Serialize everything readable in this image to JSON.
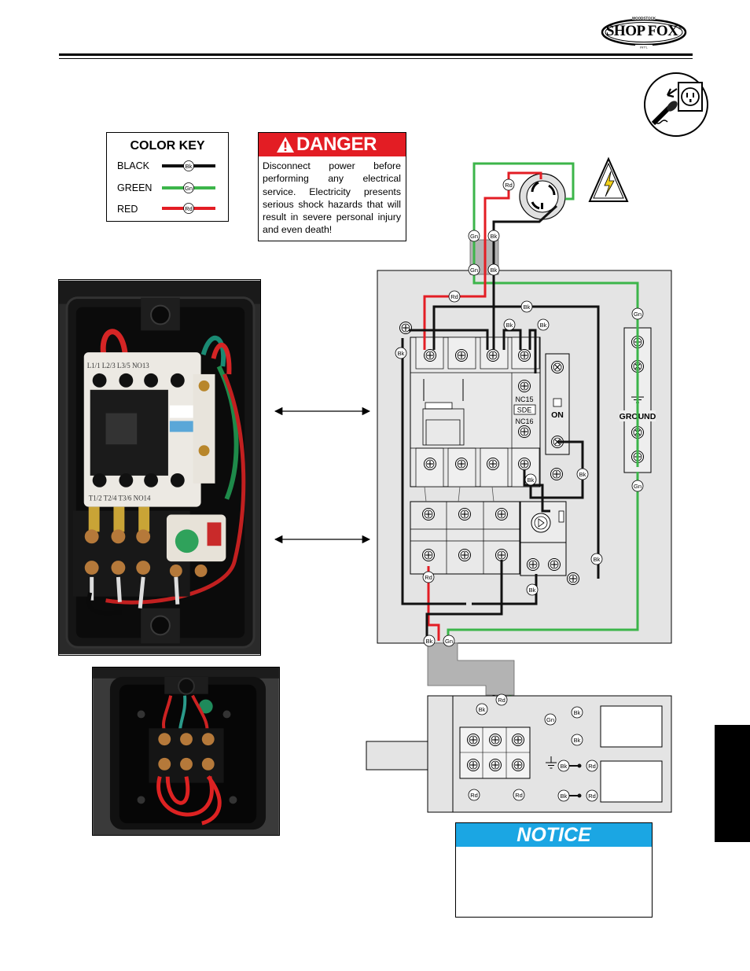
{
  "brand": {
    "name": "SHOP FOX",
    "registered": "®"
  },
  "color_key": {
    "title": "COLOR KEY",
    "entries": [
      {
        "label": "BLACK",
        "code": "Bk",
        "color": "#111111"
      },
      {
        "label": "GREEN",
        "code": "Gn",
        "color": "#3cb54a"
      },
      {
        "label": "RED",
        "code": "Rd",
        "color": "#e31d24"
      }
    ]
  },
  "danger": {
    "title": "DANGER",
    "body": "Disconnect power before performing any electrical service. Electricity presents serious shock hazards that will result in severe personal injury and even death!",
    "color": "#e31d24"
  },
  "notice": {
    "title": "NOTICE",
    "color": "#1ba6e3"
  },
  "wiring": {
    "wire_codes": {
      "black": "Bk",
      "green": "Gn",
      "red": "Rd"
    },
    "contactor": {
      "nc_top": "NC15",
      "brand": "SDE",
      "nc_bottom": "NC16",
      "on_label": "ON"
    },
    "ground_label": "GROUND"
  },
  "icons": {
    "logo": "shop-fox-logo",
    "warning": "electrical-hazard-icon",
    "unplug": "unplug-icon",
    "ground_symbol": "ground-symbol-icon",
    "reset": "reset-button-icon"
  }
}
